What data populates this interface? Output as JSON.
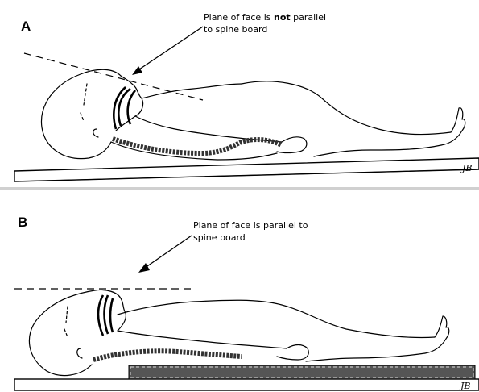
{
  "panel_a": {
    "letter": "A",
    "callout_before": "Plane of face is ",
    "callout_bold": "not",
    "callout_after": " parallel",
    "callout_line2": "to spine board"
  },
  "panel_b": {
    "letter": "B",
    "callout_line1": "Plane of face is parallel to",
    "callout_line2": "spine board"
  },
  "colors": {
    "ink": "#000000",
    "divider": "#d0d0d0",
    "padding_texture": "#333333"
  },
  "signature_a": "JB",
  "signature_b": "JB"
}
